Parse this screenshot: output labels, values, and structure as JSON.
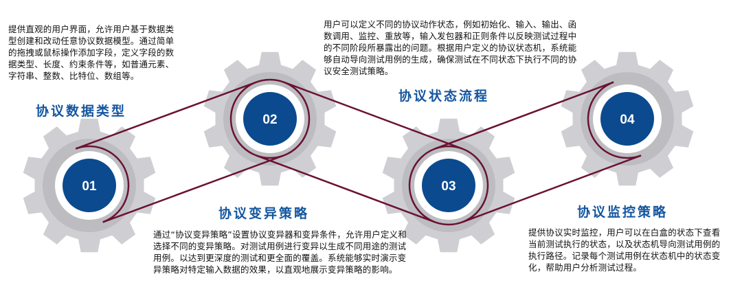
{
  "colors": {
    "gear": "#cfcfd3",
    "hub": "#bdbdc1",
    "badge": "#0b4a8f",
    "belt": "#6a1233",
    "title": "#1456a0"
  },
  "steps": [
    {
      "number": "01",
      "title": "协议数据类型",
      "description": "提供直观的用户界面，允许用户基于数据类型创建和改动任意协议数据模型。通过简单的拖拽或鼠标操作添加字段，定义字段的数据类型、长度、约束条件等，如普通元素、字符串、整数、比特位、数组等。"
    },
    {
      "number": "02",
      "title": "协议变异策略",
      "description": "通过“协议变异策略”设置协议变异器和变异条件，允许用户定义和选择不同的变异策略。对测试用例进行变异以生成不同用途的测试用例。以达到更深度的测试和更全面的覆盖。系统能够实时演示变异策略对特定输入数据的效果，以直观地展示变异策略的影响。"
    },
    {
      "number": "03",
      "title": "协议状态流程",
      "description": "用户可以定义不同的协议动作状态，例如初始化、输入、输出、函数调用、监控、重放等，输入发包器和正则条件以反映测试过程中的不同阶段所暴露出的问题。根据用户定义的协议状态机，系统能够自动导向测试用例的生成，确保测试在不同状态下执行不同的协议安全测试策略。"
    },
    {
      "number": "04",
      "title": "协议监控策略",
      "description": "提供协议实时监控，用户可以在白盒的状态下查看当前测试执行的状态，以及状态机导向测试用例的执行路径。记录每个测试用例在状态机中的状态变化，帮助用户分析测试过程。"
    }
  ]
}
